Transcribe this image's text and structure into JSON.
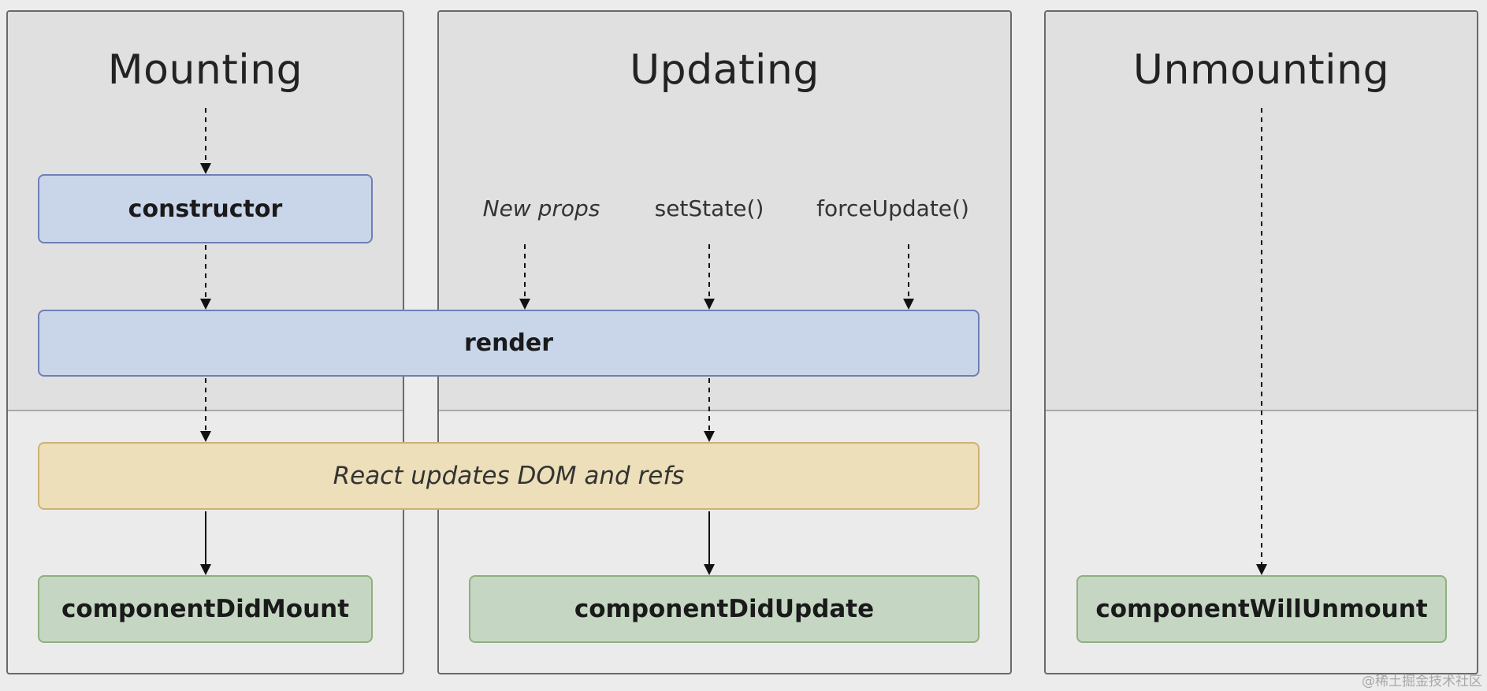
{
  "phases": {
    "mounting": {
      "title": "Mounting"
    },
    "updating": {
      "title": "Updating"
    },
    "unmounting": {
      "title": "Unmounting"
    }
  },
  "triggers": {
    "new_props": "New props",
    "set_state": "setState()",
    "force_update": "forceUpdate()"
  },
  "lifecycle": {
    "constructor": "constructor",
    "render": "render",
    "dom_update": "React updates DOM and refs",
    "did_mount": "componentDidMount",
    "did_update": "componentDidUpdate",
    "will_unmount": "componentWillUnmount"
  },
  "watermark": "@稀土掘金技术社区",
  "colors": {
    "render_phase_bg": "#e0e0e0",
    "commit_phase_bg": "#ebebeb",
    "blue_box": "#c9d6ea",
    "yellow_box": "#ecdfb9",
    "green_box": "#c5d7c3"
  }
}
